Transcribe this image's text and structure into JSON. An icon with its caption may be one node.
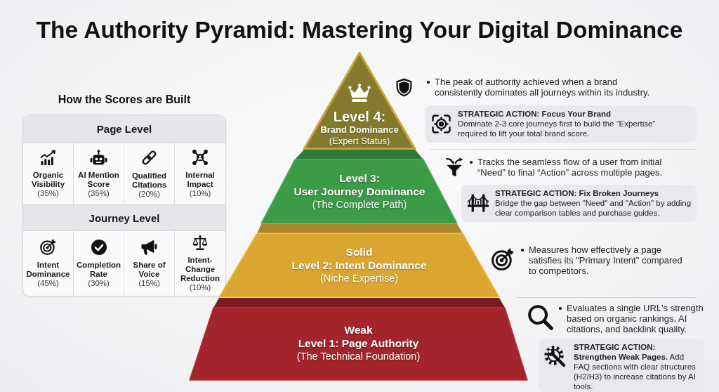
{
  "diagram": {
    "title": "The Authority Pyramid: Mastering Your Digital Dominance",
    "nodes": [
      {
        "text": [
          "How the Scores are Built"
        ]
      },
      {
        "text": [
          "Page Level"
        ],
        "in": 0
      },
      {
        "text": [
          "Organic Visibility",
          "(35%)"
        ],
        "in": 0
      },
      {
        "text": [
          "AI Mention Score",
          "(35%)"
        ],
        "in": 0
      },
      {
        "text": [
          "Qualified Citations",
          "(20%)"
        ],
        "in": 0
      },
      {
        "text": [
          "Internal Impact",
          "(10%)"
        ],
        "in": 0
      },
      {
        "text": [
          "Journey Level"
        ],
        "in": 0
      },
      {
        "text": [
          "Intent Dominance",
          "(45%)"
        ],
        "in": 0
      },
      {
        "text": [
          "Completion Rate",
          "(30%)"
        ],
        "in": 0
      },
      {
        "text": [
          "Share of Voice",
          "(15%)"
        ],
        "in": 0
      },
      {
        "text": [
          "Intent-Change Reduction",
          "(10%)"
        ],
        "in": 0
      },
      {
        "text": [
          "Level 4:",
          "Brand Dominance",
          "(Expert Status)"
        ]
      },
      {
        "text": [
          "Level 3:",
          "User Journey Dominance",
          "(The Complete Path)"
        ]
      },
      {
        "text": [
          "Solid",
          "Level 2: Intent Dominance",
          "(Niche Expertise)"
        ]
      },
      {
        "text": [
          "Weak",
          "Level 1: Page Authority",
          "(The Technical Foundation)"
        ]
      },
      {
        "text": [
          "STRATEGIC ACTION: Focus Your Brand",
          "Dominate 2-3 core journeys first to build the “Expertise” required to lift your total brand score."
        ]
      },
      {
        "text": [
          "STRATEGIC ACTION: Fix Broken Journeys",
          "Bridge the gap between \"Need\" and \"Action\" by adding clear comparison tables and purchase guides."
        ]
      },
      {
        "text": [
          "**STRATEGIC ACTION: Strengthen Weak Pages.** Add FAQ sections with clear structures (H2/H3) to increase citations by AI tools."
        ]
      }
    ],
    "labels": [
      "The peak of authority achieved when a brand consistently dominates all journeys within its industry.",
      "Tracks the seamless flow of a user from initial “Need” to final “Action” across multiple pages.",
      "Measures how effectively a page satisfies its \"Primary Intent\" compared to competitors.",
      "Evaluates a single URL's strength based on organic rankings, AI citations, and backlink quality."
    ]
  }
}
